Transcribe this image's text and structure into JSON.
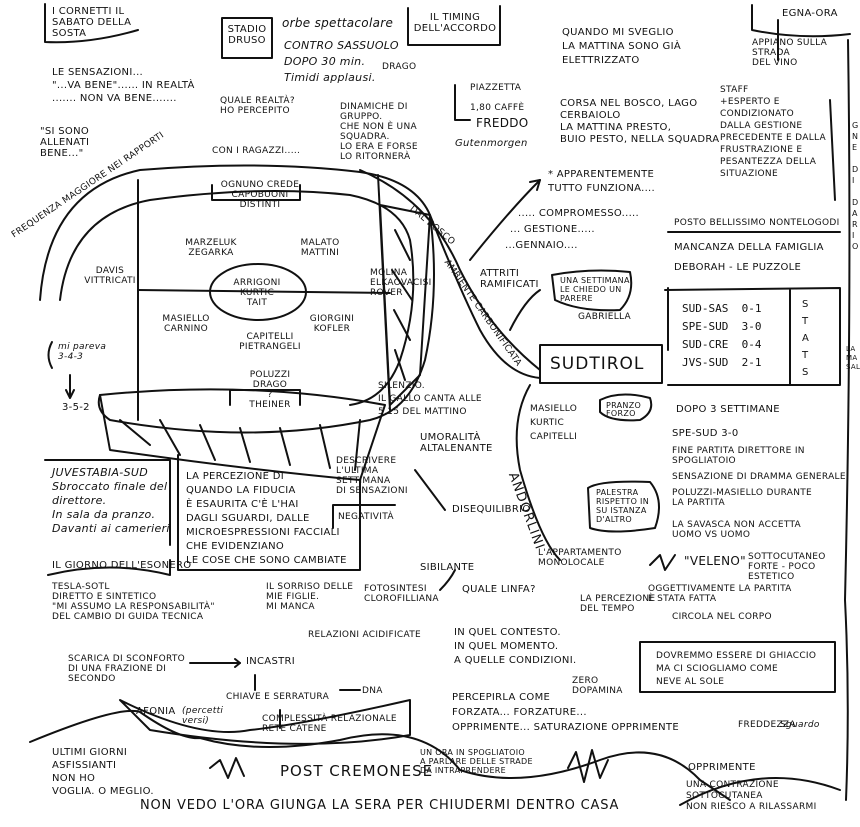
{
  "texts": {
    "cornetti": "I CORNETTI IL\nSABATO DELLA\nSOSTA",
    "stadio": "STADIO\nDRUSO",
    "orbe": "orbe spettacolare",
    "contro": "CONTRO SASSUOLO\nDOPO 30 min.\nTimidi applausi.",
    "drago": "DRAGO",
    "timing": "IL TIMING\nDELL'ACCORDO",
    "quando": "QUANDO MI SVEGLIO\nLA MATTINA SONO GIÀ\nELETTRIZZATO",
    "egna": "EGNA-ORA",
    "appiano": "APPIANO SULLA STRADA\nDEL VINO",
    "sensazioni": "LE SENSAZIONI...\n\"...VA BENE\"...... IN REALTÀ\n....... NON VA BENE.......",
    "allenati": "\"SI SONO\nALLENATI\nBENE...\"",
    "quale": "QUALE REALTÀ?\nHO PERCEPITO",
    "piazzetta": "PIAZZETTA\n1,80 caffè",
    "freddo": "FREDDO",
    "gutenmorgen": "Gutenmorgen",
    "dinamiche": "DINAMICHE DI\nGRUPPO.\nCHE NON È UNA\nSQUADRA.\nLO ERA E FORSE\nLO RITORNERÀ",
    "corsa": "CORSA NEL BOSCO, LAGO\nCERBAIOLO\nLA MATTINA PRESTO,\nBUIO PESTO, NELLA SQUADRA",
    "staff": "STAFF\n+ESPERTO E\nCONDIZIONATO\nDALLA GESTIONE\nPRECEDENTE E DALLA\nFRUSTRAZIONE E\nPESANTEZZA DELLA\nSITUAZIONE",
    "frequenza": "FREQUENZA MAGGIORE NEI RAPPORTI",
    "ragazzi": "CON I RAGAZZI.....",
    "ognuno": "OGNUNO CREDE\nCAPOBUONI DISTINTI",
    "apparente": "* APPARENTEMENTE\nTUTTO FUNZIONA....",
    "compromesso": "..... COMPROMESSO.....",
    "gestione": "... GESTIONE.....",
    "gennaio": "...GENNAIO....",
    "dalbosco": "DAL BOSCO",
    "ambiente": "AMBIENTE CARBONIFICATA",
    "posto": "POSTO BELLISSIMO NONTELOGODI",
    "mancanza": "MANCANZA DELLA FAMIGLIA",
    "deborah": "DEBORAH - LE PUZZOLE",
    "marzeluk": "MARZELUK\nZEGARKA",
    "malato": "MALATO\nMATTINI",
    "davis": "DAVIS\nVITTRICATI",
    "arrigoni": "ARRIGONI\nKURTIC\nTAIT",
    "molina": "MOLINA\nELKAOVACISI\nROVER",
    "attriti": "ATTRITI\nRAMIFICATI",
    "settimana": "UNA SETTIMANA\nLE CHIEDO UN\nPARERE",
    "gabriella": "GABRIELLA",
    "masiello": "MASIELLO\nCARNINO",
    "giorgini": "GIORGINI\nKOFLER",
    "capitelli": "CAPITELLI\nPIETRANGELI",
    "modulo1": "mi pareva\n3-4-3",
    "modulo2": "3-5-2",
    "poluzzi": "POLUZZI\nDRAGO\n?\nTHEINER",
    "sudtirol": "SUDTIROL",
    "silenzio": "SILENZIO.\nIL GALLO CANTA ALLE\n5.15 DEL MATTINO",
    "masiello2": "MASIELLO\nKURTIC\nCAPITELLI",
    "pranzo": "PRANZO\nFORZO",
    "dopo": "DOPO 3 SETTIMANE",
    "spe30": "SPE-SUD 3-0",
    "fine": "FINE PARTITA DIRETTORE IN\nSPOGLIATOIO",
    "sensazione": "SENSAZIONE DI DRAMMA GENERALE",
    "poluzzim": "POLUZZI-MASIELLO DURANTE\nLA PARTITA",
    "savasca": "LA SAVASCA NON ACCETTA\nUOMO vs UOMO",
    "umoralita": "UMORALITÀ\nALTALENANTE",
    "juve": "JUVESTABIA-SUD\nSbroccato finale del\ndirettore.\nIn sala da pranzo.\nDavanti ai camerieri",
    "percezione": "LA PERCEZIONE DI\nQUANDO LA FIDUCIA\nÈ ESAURITA C'È L'HAI\nDAGLI SGUARDI, DALLE\nMICROESPRESSIONI FACCIALI\nCHE EVIDENZIANO\nLE COSE CHE SONO CAMBIATE",
    "descrivere": "DESCRIVERE\nL'ULTIMA\nSETTIMANA\nDI SENSAZIONI",
    "negativita": "NEGATIVITÀ",
    "disequilibrio": "DISEQUILIBRIO",
    "andorlini": "ANDORLINI",
    "palestra": "PALESTRA\nRISPETTO IN\nSU ISTANZA\nD'ALTRO",
    "veleno": "\"VELENO\"",
    "sottocutaneo": "SOTTOCUTANEO\nFORTE - POCO ESTETICO",
    "oggettivamente": "OGGETTIVAMENTE LA PARTITA\nÈ STATA FATTA",
    "circola": "CIRCOLA NEL CORPO",
    "esonero": "IL GIORNO DELL'ESONERO",
    "tesla": "TESLA-SOTL\nDIRETTO E SINTETICO\n\"MI ASSUMO LA RESPONSABILITÀ\"\nDEL CAMBIO DI GUIDA TECNICA",
    "sorriso": "IL SORRISO DELLE\nMIE FIGLIE.\nMI MANCA",
    "sibilante": "SIBILANTE",
    "appartamento": "L'APPARTAMENTO\nMONOLOCALE",
    "fotosintesi": "FOTOSINTESI\nCLOROFILLIANA",
    "linfa": "QUALE LINFA?",
    "tempo": "LA PERCEZIONE\nDEL TEMPO",
    "relazioni": "RELAZIONI ACIDIFICATE",
    "contesto": "IN QUEL CONTESTO.\nIN QUEL MOMENTO.\nA QUELLE CONDIZIONI.",
    "zero": "ZERO\nDOPAMINA",
    "ghiaccio": "DOVREMMO ESSERE DI GHIACCIO\nMA CI SCIOGLIAMO COME\nNEVE AL SOLE",
    "scarica": "SCARICA DI SCONFORTO\nDI UNA FRAZIONE DI\nSECONDO",
    "incastri": "INCASTRI",
    "chiave": "CHIAVE E SERRATURA",
    "dna": "DNA",
    "percepirla": "PERCEPIRLA COME\nFORZATA... FORZATURE...\nOPPRIMENTE... SATURAZIONE OPPRIMENTE",
    "afonia": "AFONIA",
    "percetti": "(percetti\nversi)",
    "complessita": "COMPLESSITÀ RELAZIONALE\nRETE CATENE",
    "freddezza": "FREDDEZZA",
    "sguardo": "Sguardo",
    "ultimi": "ULTIMI GIORNI\nASFISSIANTI\nNON HO\nVOGLIA. O MEGLIO.",
    "postcremonese": "POST CREMONESE",
    "spogliatoio": "UN ORA IN SPOGLIATOIO\nA PARLARE DELLE STRADE\nDA INTRAPRENDERE",
    "opprimente": "OPPRIMENTE",
    "contrazione": "UNA CONTRAZIONE\nSOTTOCUTANEA\nNON RIESCO A RILASSARMI",
    "nonvedo": "NON VEDO L'ORA GIUNGA LA SERA PER CHIUDERMI DENTRO CASA",
    "stats_label": "STATS",
    "edge_right": "G\nN\nE\n\nD\nI\n\nD\nA\nR\nI\nO",
    "edge_right2": "LA\nMA\nSAL"
  },
  "results": [
    {
      "match": "SUD-SAS",
      "score": "0-1"
    },
    {
      "match": "SPE-SUD",
      "score": "3-0"
    },
    {
      "match": "SUD-CRE",
      "score": "0-4"
    },
    {
      "match": "JVS-SUD",
      "score": "2-1"
    }
  ]
}
